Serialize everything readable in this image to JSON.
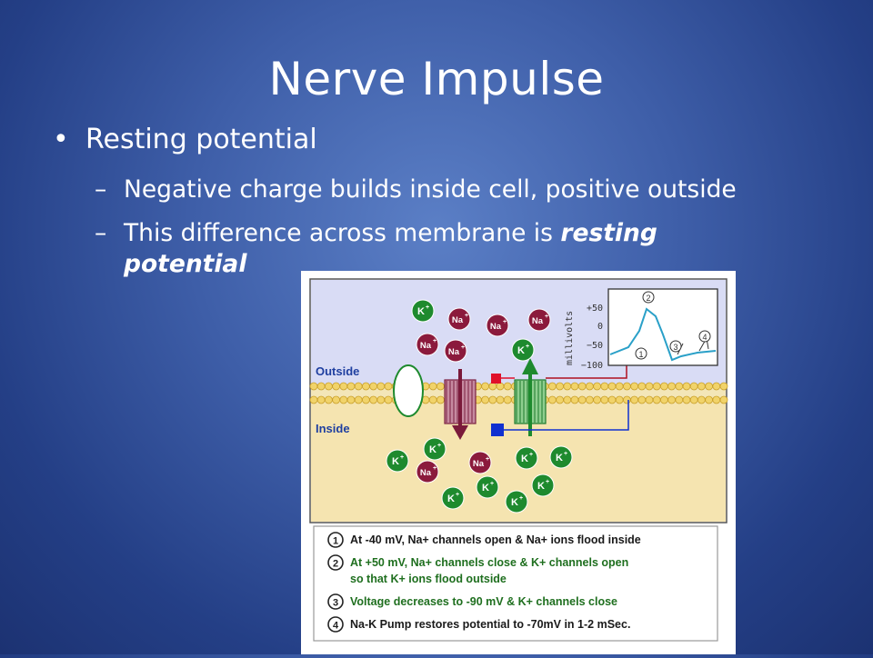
{
  "slide": {
    "title": "Nerve Impulse",
    "bullet_1": "Resting potential",
    "sub_1": "Negative charge builds inside cell, positive outside",
    "sub_2_prefix": "This difference across membrane is ",
    "sub_2_emphasis": "resting potential"
  },
  "diagram": {
    "outside_label": "Outside",
    "inside_label": "Inside",
    "ion_k": "K",
    "ion_na": "Na",
    "ion_charge": "+",
    "graph": {
      "ylabel": "millivolts",
      "ticks": [
        "+50",
        "0",
        "−50",
        "−100"
      ],
      "markers": [
        "1",
        "2",
        "3",
        "4"
      ]
    },
    "legend": [
      {
        "num": "1",
        "lines": [
          "At  -40 mV, Na+ channels open & Na+ ions flood inside"
        ],
        "color": "#1a1a1a"
      },
      {
        "num": "2",
        "lines": [
          "At +50 mV, Na+ channels close & K+ channels open",
          "so that K+ ions flood outside"
        ],
        "color": "#1f6f1f"
      },
      {
        "num": "3",
        "lines": [
          "Voltage decreases to -90 mV & K+ channels close"
        ],
        "color": "#1f6f1f"
      },
      {
        "num": "4",
        "lines": [
          "Na-K Pump restores potential to -70mV in 1-2 mSec."
        ],
        "color": "#1a1a1a"
      }
    ],
    "colors": {
      "k_ion": "#1e8a2e",
      "na_ion": "#8b1a3c",
      "outside": "#d9dcf5",
      "inside": "#f5e4b0",
      "trace": "#2aa0c8"
    }
  }
}
